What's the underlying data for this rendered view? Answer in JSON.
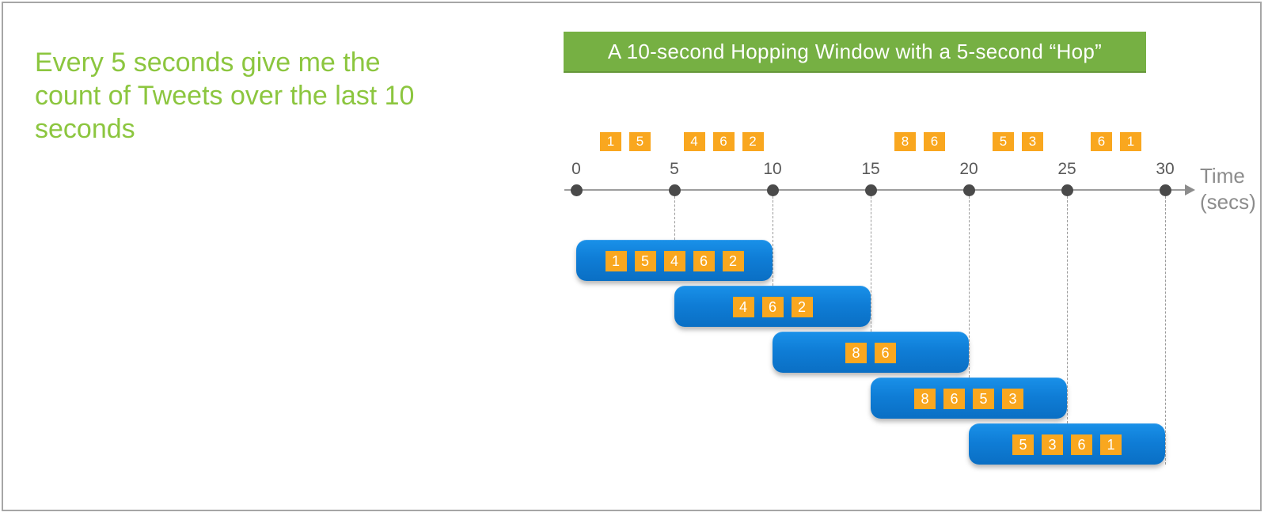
{
  "headline": {
    "text": "Every 5 seconds give me the count of Tweets over the last 10 seconds",
    "lines": [
      "Every 5 seconds give me the",
      "count of Tweets over the last 10",
      "seconds"
    ],
    "color": "#8CC63F"
  },
  "banner": {
    "label": "A 10-second Hopping Window with a 5-second “Hop”",
    "bg_color": "#76B043",
    "text_color": "#ffffff"
  },
  "timeline": {
    "axis_label_line1": "Time",
    "axis_label_line2": "(secs)",
    "ticks": [
      {
        "t": 0,
        "label": "0"
      },
      {
        "t": 5,
        "label": "5"
      },
      {
        "t": 10,
        "label": "10"
      },
      {
        "t": 15,
        "label": "15"
      },
      {
        "t": 20,
        "label": "20"
      },
      {
        "t": 25,
        "label": "25"
      },
      {
        "t": 30,
        "label": "30"
      }
    ],
    "events_above": [
      {
        "t_start": 0,
        "t_end": 5,
        "values": [
          1,
          5
        ]
      },
      {
        "t_start": 5,
        "t_end": 10,
        "values": [
          4,
          6,
          2
        ]
      },
      {
        "t_start": 15,
        "t_end": 20,
        "values": [
          8,
          6
        ]
      },
      {
        "t_start": 20,
        "t_end": 25,
        "values": [
          5,
          3
        ]
      },
      {
        "t_start": 25,
        "t_end": 30,
        "values": [
          6,
          1
        ]
      }
    ]
  },
  "windows": [
    {
      "start": 0,
      "end": 10,
      "values": [
        1,
        5,
        4,
        6,
        2
      ]
    },
    {
      "start": 5,
      "end": 15,
      "values": [
        4,
        6,
        2
      ]
    },
    {
      "start": 10,
      "end": 20,
      "values": [
        8,
        6
      ]
    },
    {
      "start": 15,
      "end": 25,
      "values": [
        8,
        6,
        5,
        3
      ]
    },
    {
      "start": 20,
      "end": 30,
      "values": [
        5,
        3,
        6,
        1
      ]
    }
  ],
  "colors": {
    "event_box": "#F9A71F",
    "window_blue_top": "#1990E8",
    "window_blue_bottom": "#0A6FC4",
    "axis_line": "#9D9D9D",
    "tick_dot": "#4A4A4A",
    "tick_label": "#595959",
    "time_label": "#8C8C8C",
    "dash_line": "#9B9B9B",
    "frame_border": "#A6A6A6"
  }
}
